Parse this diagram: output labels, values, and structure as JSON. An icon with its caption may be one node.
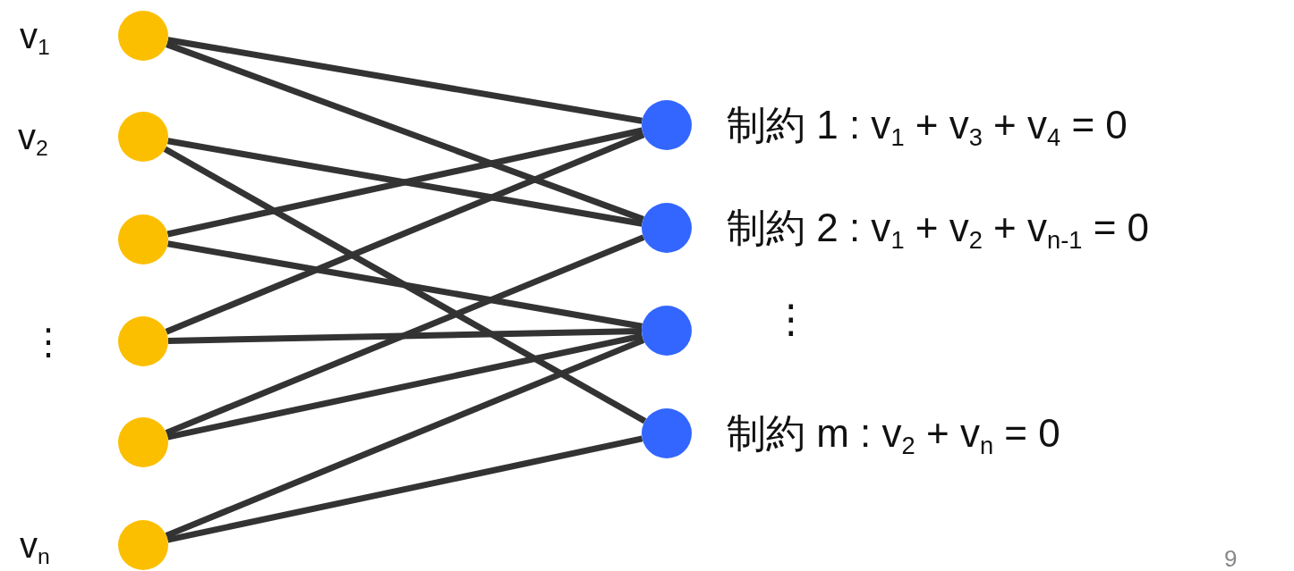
{
  "diagram": {
    "nodes": [
      {
        "text": [],
        "shape": "circle",
        "beside": [
          "v$_{1}$"
        ]
      },
      {
        "text": [],
        "shape": "circle",
        "beside": [
          "v$_{2}$"
        ]
      },
      {
        "text": [],
        "shape": "circle"
      },
      {
        "text": [],
        "shape": "circle",
        "beside": [
          "⋮"
        ]
      },
      {
        "text": [],
        "shape": "circle"
      },
      {
        "text": [],
        "shape": "circle",
        "beside": [
          "v$_{n}$"
        ]
      },
      {
        "text": [],
        "shape": "circle",
        "beside": [
          "制約 1 : v$_{1}$ + v$_{3}$ + v$_{4}$ = 0"
        ]
      },
      {
        "text": [],
        "shape": "circle",
        "beside": [
          "制約 2 : v$_{1}$ + v$_{2}$ + v$_{n-1}$ = 0"
        ]
      },
      {
        "text": [],
        "shape": "circle",
        "beside": [
          "⋮"
        ]
      },
      {
        "text": [],
        "shape": "circle",
        "beside": [
          "制約 m : v$_{2}$ + v$_{n}$ = 0"
        ]
      }
    ],
    "edges": [
      {
        "from": 0,
        "to": 6,
        "arrow": "none"
      },
      {
        "from": 0,
        "to": 7,
        "arrow": "none"
      },
      {
        "from": 1,
        "to": 7,
        "arrow": "none"
      },
      {
        "from": 1,
        "to": 9,
        "arrow": "none"
      },
      {
        "from": 2,
        "to": 6,
        "arrow": "none"
      },
      {
        "from": 2,
        "to": 8,
        "arrow": "none"
      },
      {
        "from": 3,
        "to": 6,
        "arrow": "none"
      },
      {
        "from": 3,
        "to": 8,
        "arrow": "none"
      },
      {
        "from": 4,
        "to": 7,
        "arrow": "none"
      },
      {
        "from": 4,
        "to": 8,
        "arrow": "none"
      },
      {
        "from": 5,
        "to": 8,
        "arrow": "none"
      },
      {
        "from": 5,
        "to": 9,
        "arrow": "none"
      }
    ],
    "labels": [
      "9"
    ]
  }
}
